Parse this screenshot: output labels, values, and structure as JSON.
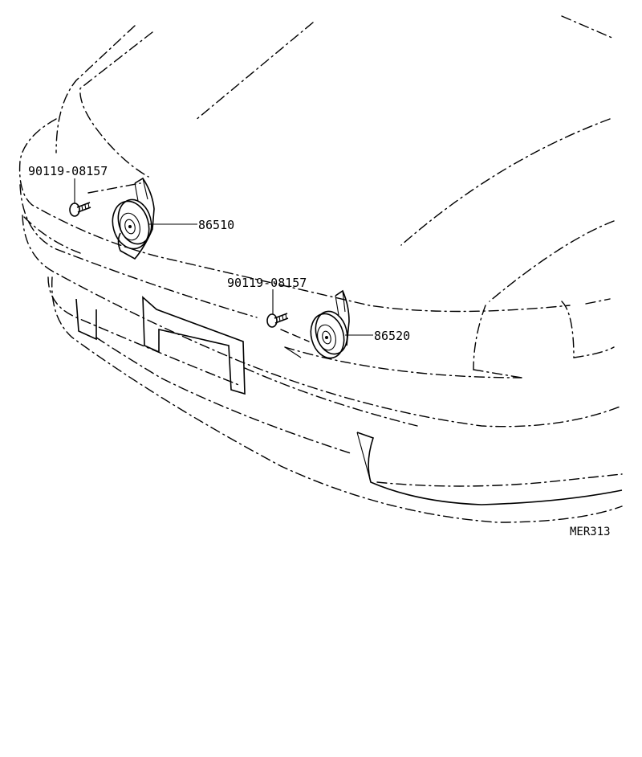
{
  "parts": {
    "bolt_left": "90119-08157",
    "horn_left": "86510",
    "bolt_right": "90119-08157",
    "horn_right": "86520"
  },
  "diagram_code": "MER313"
}
